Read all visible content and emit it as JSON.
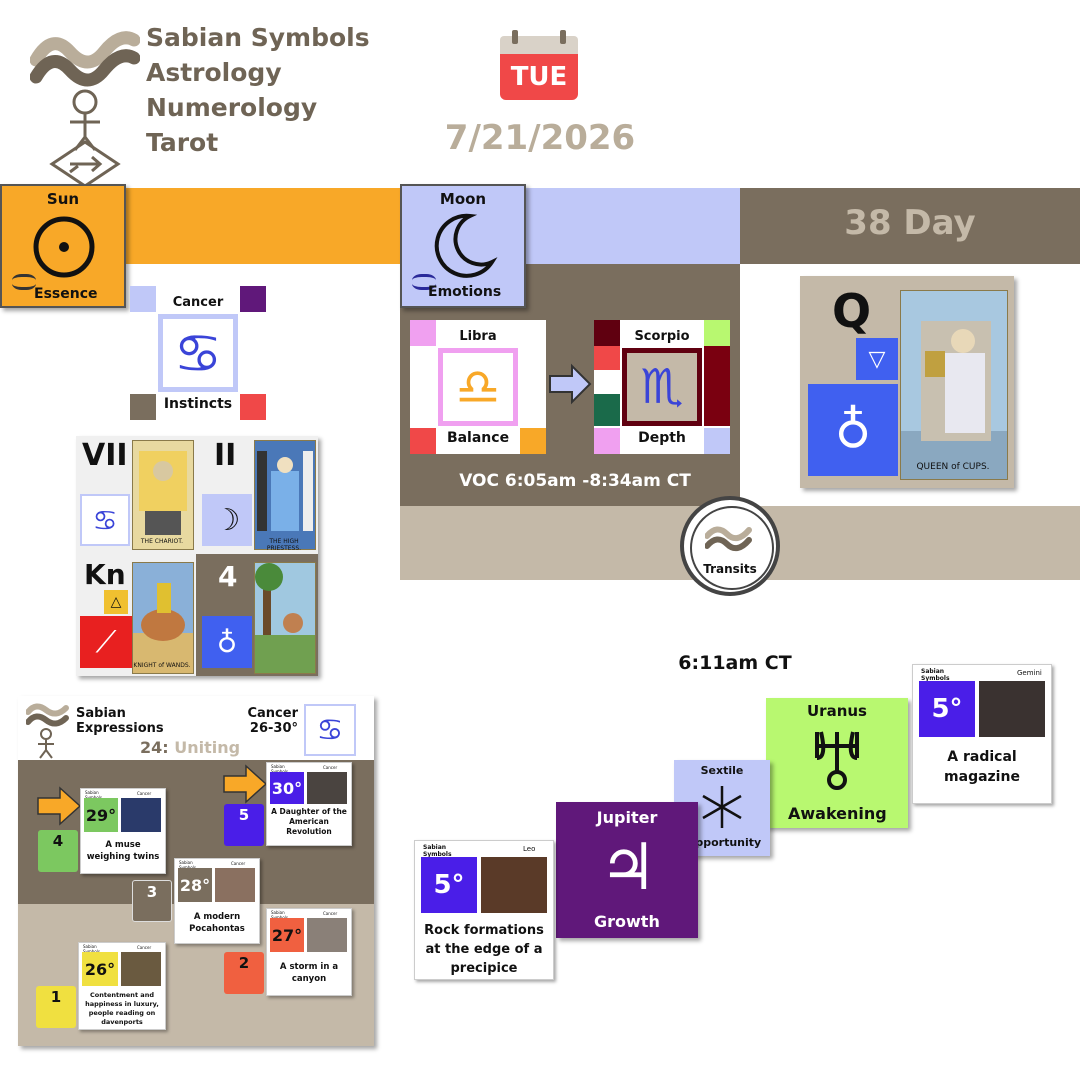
{
  "header": {
    "brand_lines": [
      "Sabian Symbols",
      "Astrology",
      "Numerology",
      "Tarot"
    ],
    "weekday": "TUE",
    "date": "7/21/2026"
  },
  "colors": {
    "sun": "#f8a828",
    "moon": "#c0c8f8",
    "band_brown": "#7a6e5e",
    "band_tan": "#c4b9a8",
    "uranus": "#b8f870",
    "jupiter": "#60187a",
    "sextile": "#c0c8f8",
    "degree_purple": "#4a1ee8"
  },
  "sun": {
    "title": "Sun",
    "icon": "sun-glyph-icon",
    "caption": "Essence",
    "sign": {
      "name": "Cancer",
      "keyword": "Instincts",
      "icon": "cancer-icon"
    },
    "tarot": {
      "top_left": {
        "numeral": "VII",
        "card": "THE CHARIOT."
      },
      "top_right": {
        "numeral": "II",
        "card": "THE HIGH PRIESTESS."
      },
      "bottom_left": {
        "numeral": "Kn",
        "card": "KNIGHT of WANDS."
      },
      "bottom_right": {
        "numeral": "4",
        "card": ""
      }
    }
  },
  "moon": {
    "title": "Moon",
    "icon": "moon-glyph-icon",
    "caption": "Emotions",
    "from_sign": {
      "name": "Libra",
      "keyword": "Balance",
      "icon": "libra-icon"
    },
    "to_sign": {
      "name": "Scorpio",
      "keyword": "Depth",
      "icon": "scorpio-icon"
    },
    "voc": "VOC 6:05am -8:34am CT"
  },
  "day": {
    "label": "38 Day",
    "tarot_letter": "Q",
    "tarot_card": "QUEEN of CUPS."
  },
  "transits": {
    "badge": "Transits",
    "time": "6:11am CT",
    "uranus": {
      "title": "Uranus",
      "caption": "Awakening",
      "icon": "uranus-glyph-icon"
    },
    "uranus_card": {
      "brand": "Sabian Symbols",
      "sign": "Gemini",
      "degree": "5°",
      "text": "A radical magazine"
    },
    "sextile": {
      "title": "Sextile",
      "caption": "Opportunity",
      "icon": "sextile-icon"
    },
    "jupiter": {
      "title": "Jupiter",
      "caption": "Growth",
      "icon": "jupiter-glyph-icon"
    },
    "jupiter_card": {
      "brand": "Sabian Symbols",
      "sign": "Leo",
      "degree": "5°",
      "text": "Rock formations at the edge of a precipice"
    }
  },
  "expressions": {
    "title_line1": "Sabian",
    "title_line2": "Expressions",
    "sign_name": "Cancer",
    "sign_range": "26-30°",
    "heading_num": "24:",
    "heading_word": "Uniting",
    "cards": [
      {
        "degree": "30°",
        "text": "A Daughter of the American Revolution",
        "number": "5",
        "brand": "Sabian Symbols",
        "sign": "Cancer"
      },
      {
        "degree": "29°",
        "text": "A muse weighing twins",
        "number": "4",
        "brand": "Sabian Symbols",
        "sign": "Cancer"
      },
      {
        "degree": "28°",
        "text": "A modern Pocahontas",
        "number": "3",
        "brand": "Sabian Symbols",
        "sign": "Cancer"
      },
      {
        "degree": "27°",
        "text": "A storm in a canyon",
        "number": "2",
        "brand": "Sabian Symbols",
        "sign": "Cancer"
      },
      {
        "degree": "26°",
        "text": "Contentment and happiness in luxury, people reading on davenports",
        "number": "1",
        "brand": "Sabian Symbols",
        "sign": "Cancer"
      }
    ]
  }
}
